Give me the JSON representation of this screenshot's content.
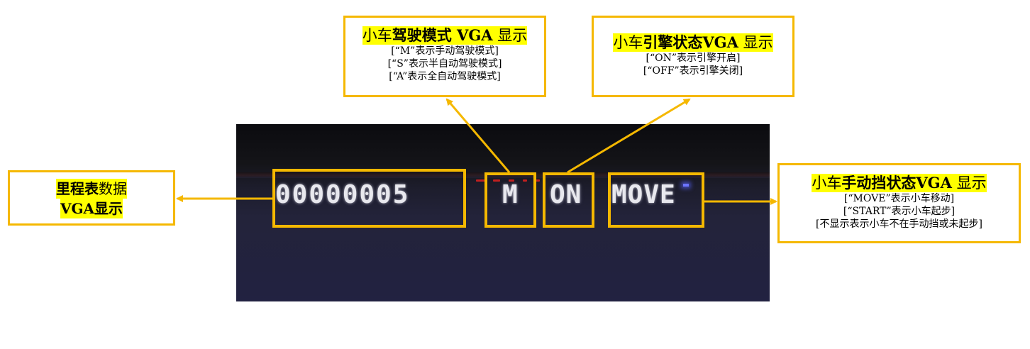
{
  "colors": {
    "accent": "#f5b800",
    "highlight": "#ffff00",
    "screen_bg": "#222241"
  },
  "screen": {
    "odometer_value": "00000005",
    "mode_value": "M",
    "engine_value": "ON",
    "gear_value": "MOVE"
  },
  "callouts": {
    "odometer": {
      "title_bold": "里程表",
      "title_rest": "数据",
      "title_line2": "VGA显示"
    },
    "drive_mode": {
      "title_plain": "小车",
      "title_bold": "驾驶模式 VGA",
      "title_rest": " 显示",
      "lines": [
        "[“M”表示手动驾驶模式]",
        "[“S”表示半自动驾驶模式]",
        "[“A”表示全自动驾驶模式]"
      ]
    },
    "engine": {
      "title_plain": "小车",
      "title_bold": "引擎状态VGA",
      "title_rest": " 显示",
      "lines": [
        "[“ON”表示引擎开启]",
        "[“OFF”表示引擎关闭]"
      ]
    },
    "gear": {
      "title_plain": "小车",
      "title_bold": "手动挡状态VGA",
      "title_rest": " 显示",
      "lines": [
        "[“MOVE”表示小车移动]",
        "[“START”表示小车起步]",
        "[不显示表示小车不在手动挡或未起步]"
      ]
    }
  }
}
